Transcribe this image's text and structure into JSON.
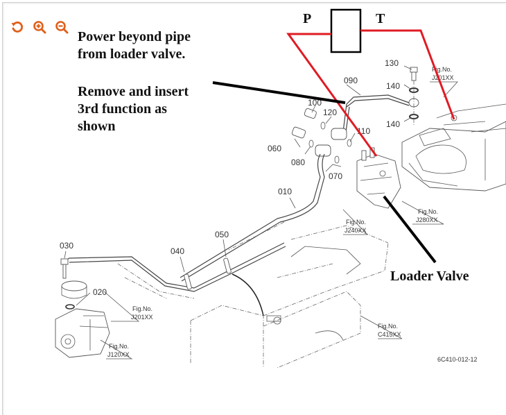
{
  "viewer": {
    "toolbar": [
      {
        "id": "rotate",
        "icon": "rotate-icon",
        "color": "#e0601a"
      },
      {
        "id": "zoom_in",
        "icon": "zoom-in-icon",
        "color": "#e0601a"
      },
      {
        "id": "zoom_out",
        "icon": "zoom-out-icon",
        "color": "#e0601a"
      }
    ]
  },
  "annotations": {
    "power_beyond": "Power beyond pipe\nfrom loader valve.",
    "remove_insert": "Remove and insert\n3rd function as\nshown",
    "loader_valve": "Loader Valve",
    "pressure_label": "P",
    "tank_label": "T",
    "red_line_color": "#e01b24",
    "black_line_color": "#000000"
  },
  "diagram": {
    "part_numbers": [
      "010",
      "020",
      "030",
      "040",
      "050",
      "060",
      "070",
      "080",
      "090",
      "100",
      "110",
      "120",
      "130",
      "140",
      "140"
    ],
    "fig_refs": [
      {
        "label": "Fig.No.",
        "code": "J201XX",
        "where": "top-right"
      },
      {
        "label": "Fig.No.",
        "code": "J280XX",
        "where": "loader-valve"
      },
      {
        "label": "Fig.No.",
        "code": "J240XX",
        "where": "pipe"
      },
      {
        "label": "Fig.No.",
        "code": "J201XX",
        "where": "pipe-left"
      },
      {
        "label": "Fig.No.",
        "code": "J120XX",
        "where": "pump"
      },
      {
        "label": "Fig.No.",
        "code": "C415XX",
        "where": "frame"
      }
    ],
    "drawing_code": "6C410-012-12"
  }
}
